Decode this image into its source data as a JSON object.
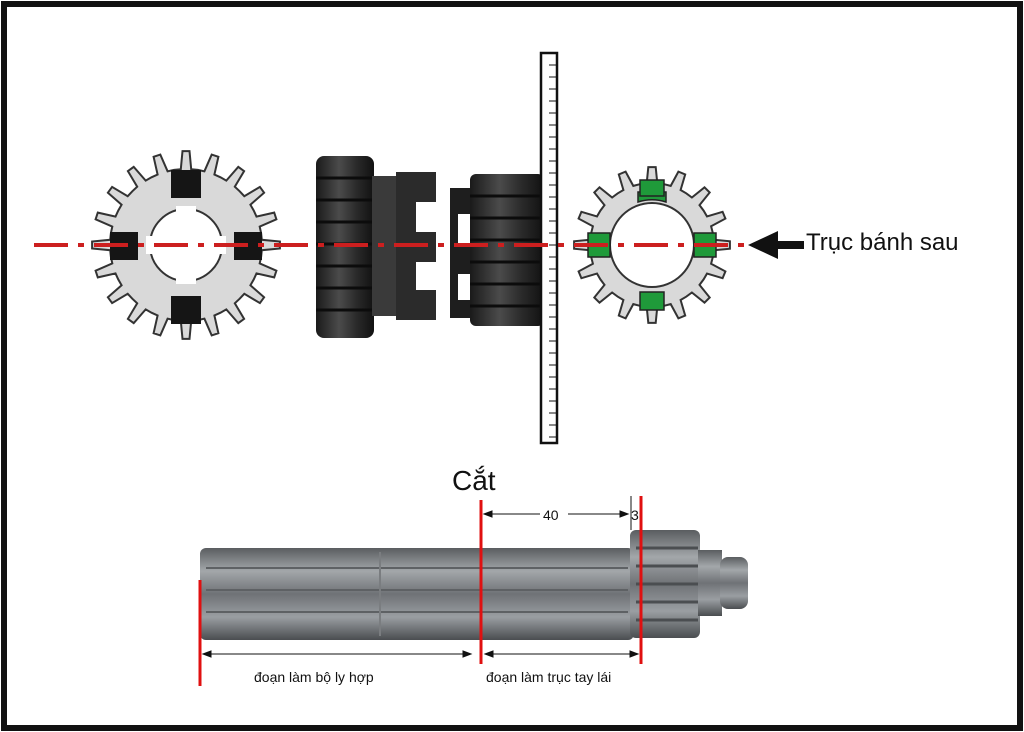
{
  "labels": {
    "axle": "Trục bánh sau",
    "cut": "Cắt",
    "dim_main": "40",
    "dim_small": "3",
    "segment_clutch": "đoạn làm bộ ly hợp",
    "segment_steering": "đoạn làm trục tay lái"
  },
  "colors": {
    "border": "#111111",
    "centerline": "#cc1f1f",
    "cut_line": "#e01010",
    "gear_fill": "#d9d9d9",
    "gear_stroke": "#333333",
    "key_black": "#151515",
    "key_green": "#1f9a3a",
    "metal_dark": "#3a3a3a",
    "shaft_metal": "#8a8d90"
  },
  "icons": {
    "arrow": "arrow-left-icon",
    "gear_left": "gear-icon",
    "gear_right": "gear-icon"
  }
}
